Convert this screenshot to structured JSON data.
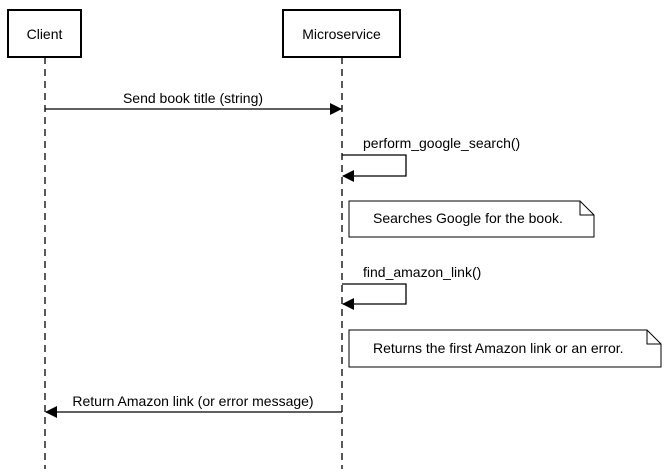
{
  "participants": [
    {
      "id": "client",
      "label": "Client"
    },
    {
      "id": "microservice",
      "label": "Microservice"
    }
  ],
  "messages": [
    {
      "from": "client",
      "to": "microservice",
      "label": "Send book title (string)"
    },
    {
      "from": "microservice",
      "to": "microservice",
      "label": "perform_google_search()"
    },
    {
      "from": "microservice",
      "to": "microservice",
      "label": "find_amazon_link()"
    },
    {
      "from": "microservice",
      "to": "client",
      "label": "Return Amazon link (or error message)"
    }
  ],
  "notes": [
    {
      "over": "microservice",
      "text": "Searches Google for the book."
    },
    {
      "over": "microservice",
      "text": "Returns the first Amazon link or an error."
    }
  ]
}
